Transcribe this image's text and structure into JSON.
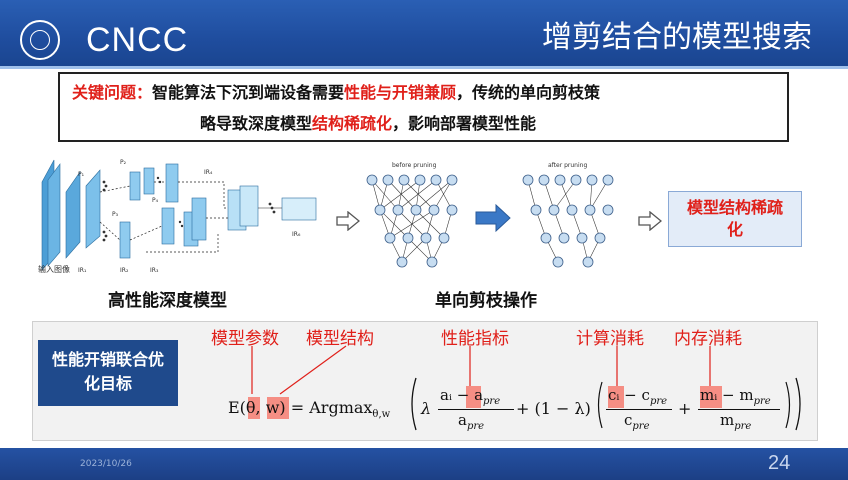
{
  "header": {
    "logo_text": "CNCC",
    "title": "增剪结合的模型搜索"
  },
  "key_issue": {
    "label": "关键问题：",
    "line1_a": "智能算法下沉到端设备需要",
    "line1_b": "性能与开销兼顾",
    "line1_c": "，传统的单向剪枝策",
    "line2_a": "略导致深度模型",
    "line2_b": "结构稀疏化",
    "line2_c": "，影响部署模型性能"
  },
  "figure": {
    "cnn_input_label": "输入图像",
    "cnn_labels": [
      "IR₁",
      "IR₂",
      "IR₃",
      "IR₄",
      "P₁",
      "P₂",
      "P₃",
      "P₄",
      "IR₆"
    ],
    "before_label": "before pruning",
    "after_label": "after pruning",
    "left_caption": "高性能深度模型",
    "mid_caption": "单向剪枝操作",
    "result": "模型结构稀疏化"
  },
  "objective": {
    "box_text": "性能开销联合优化目标",
    "labels": [
      "模型参数",
      "模型结构",
      "性能指标",
      "计算消耗",
      "内存消耗"
    ],
    "formula": {
      "lhs": "E(θ, w) = Argmax",
      "sub": "θ,w",
      "lambda": "λ",
      "a_num": "aᵢ − a",
      "a_sub": "pre",
      "a_den": "a",
      "plus1": "+ (1 − λ)",
      "c_num": "cᵢ − c",
      "c_den": "c",
      "plus2": "+",
      "m_num": "mᵢ − m",
      "m_den": "m"
    }
  },
  "footer": {
    "date": "2023/10/26",
    "page": "24"
  },
  "colors": {
    "accent_red": "#e0201a",
    "header_blue": "#1f4d9e",
    "highlight": "#f58e84"
  }
}
